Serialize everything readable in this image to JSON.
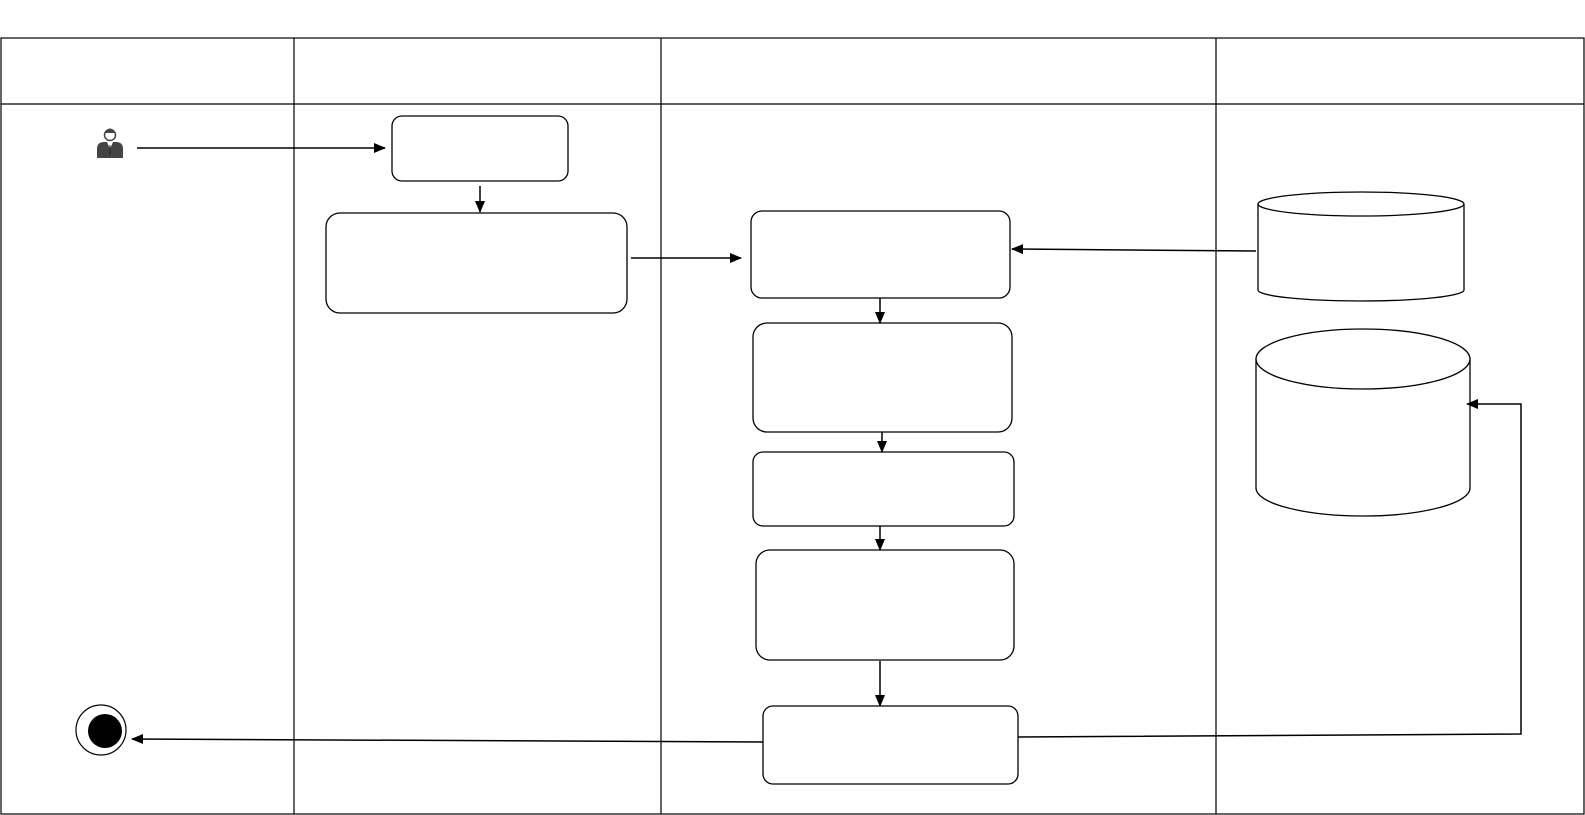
{
  "diagram": {
    "type": "swimlane-activity",
    "lanes": [
      {
        "id": "lane-1",
        "header": ""
      },
      {
        "id": "lane-2",
        "header": ""
      },
      {
        "id": "lane-3",
        "header": ""
      },
      {
        "id": "lane-4",
        "header": ""
      }
    ],
    "nodes": [
      {
        "id": "actor",
        "kind": "actor-icon",
        "label": ""
      },
      {
        "id": "end",
        "kind": "final-node",
        "label": ""
      },
      {
        "id": "a1",
        "kind": "action",
        "label": ""
      },
      {
        "id": "a2",
        "kind": "action",
        "label": ""
      },
      {
        "id": "b1",
        "kind": "action",
        "label": ""
      },
      {
        "id": "b2",
        "kind": "action",
        "label": ""
      },
      {
        "id": "b3",
        "kind": "action",
        "label": ""
      },
      {
        "id": "b4",
        "kind": "action",
        "label": ""
      },
      {
        "id": "b5",
        "kind": "action",
        "label": ""
      },
      {
        "id": "db1",
        "kind": "datastore",
        "label": ""
      },
      {
        "id": "db2",
        "kind": "datastore",
        "label": ""
      }
    ],
    "edges": [
      {
        "from": "actor",
        "to": "a1"
      },
      {
        "from": "a1",
        "to": "a2"
      },
      {
        "from": "a2",
        "to": "b1"
      },
      {
        "from": "db1",
        "to": "b1"
      },
      {
        "from": "b1",
        "to": "b2"
      },
      {
        "from": "b2",
        "to": "b3"
      },
      {
        "from": "b3",
        "to": "b4"
      },
      {
        "from": "b4",
        "to": "b5"
      },
      {
        "from": "b5",
        "to": "db2"
      },
      {
        "from": "b5",
        "to": "end"
      }
    ]
  }
}
